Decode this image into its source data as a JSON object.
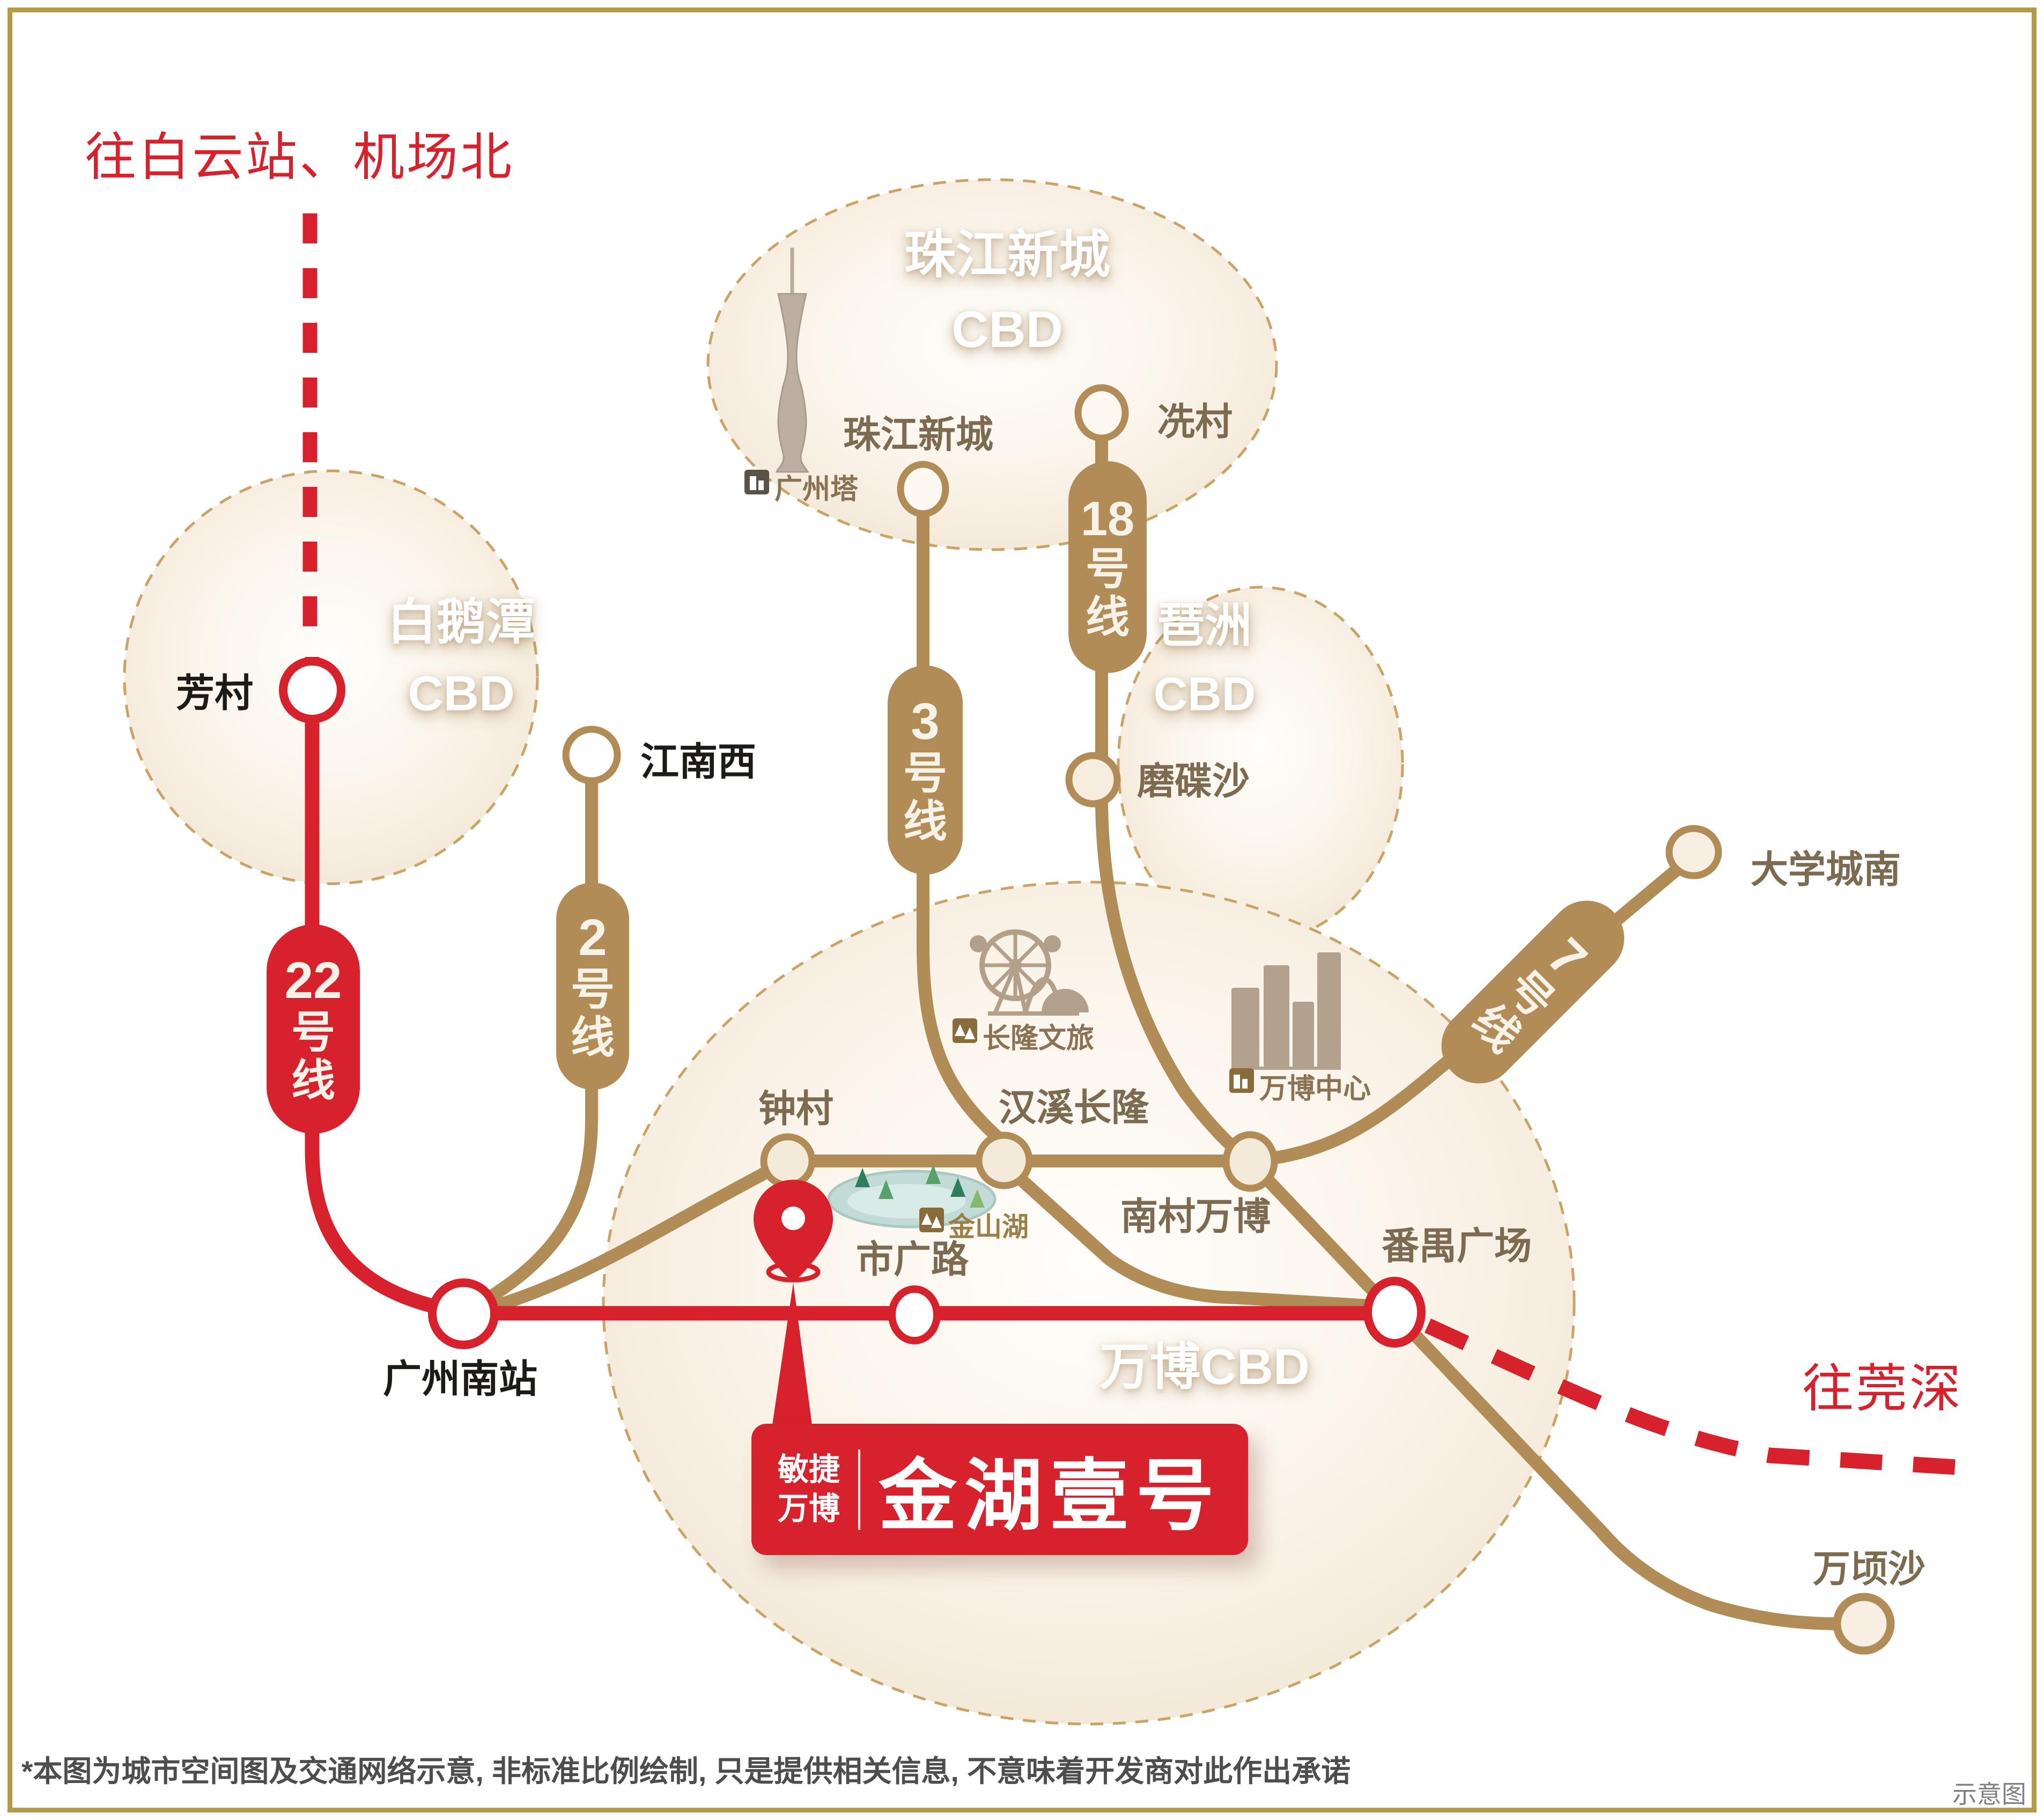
{
  "map": {
    "directions": {
      "north": "往白云站、机场北",
      "south": "往莞深"
    },
    "zones": {
      "baietan": {
        "title": "白鹅潭",
        "subtitle": "CBD"
      },
      "zhujiang": {
        "title": "珠江新城",
        "subtitle": "CBD"
      },
      "pazhou": {
        "title": "琶洲",
        "subtitle": "CBD"
      },
      "wanbo": {
        "title": "万博CBD"
      }
    },
    "badges": {
      "line22": [
        "22",
        "号",
        "线"
      ],
      "line2": [
        "2",
        "号",
        "线"
      ],
      "line3": [
        "3",
        "号",
        "线"
      ],
      "line18": [
        "18",
        "号",
        "线"
      ],
      "line7": [
        "7",
        "号",
        "线"
      ]
    },
    "stations": {
      "fangcun": "芳村",
      "jiangnanxi": "江南西",
      "guangzhounan": "广州南站",
      "zhujiangxincheng": "珠江新城",
      "xiancun": "冼村",
      "modiesha": "磨碟沙",
      "zhongcun": "钟村",
      "hanxichanglong": "汉溪长隆",
      "nancunwanbo": "南村万博",
      "panyuguangchang": "番禺广场",
      "daxuechengnan": "大学城南",
      "wanqingsha": "万顷沙",
      "shiguanglu": "市广路"
    },
    "landmarks": {
      "canton_tower": "广州塔",
      "changlong": "长隆文旅",
      "wanbo_center": "万博中心",
      "jinshanhu": "金山湖"
    },
    "project": {
      "brand_top": "敏捷",
      "brand_bottom": "万博",
      "name": "金湖壹号"
    },
    "footer": {
      "disclaimer": "*本图为城市空间图及交通网络示意, 非标准比例绘制, 只是提供相关信息, 不意味着开发商对此作出承诺",
      "tag": "示意图"
    },
    "colors": {
      "line_red": "#d7222d",
      "line_gold": "#b28c56",
      "label_brown": "#7c6b51",
      "border_gold": "#b5994b",
      "zone_dash": "#c9a466"
    }
  }
}
